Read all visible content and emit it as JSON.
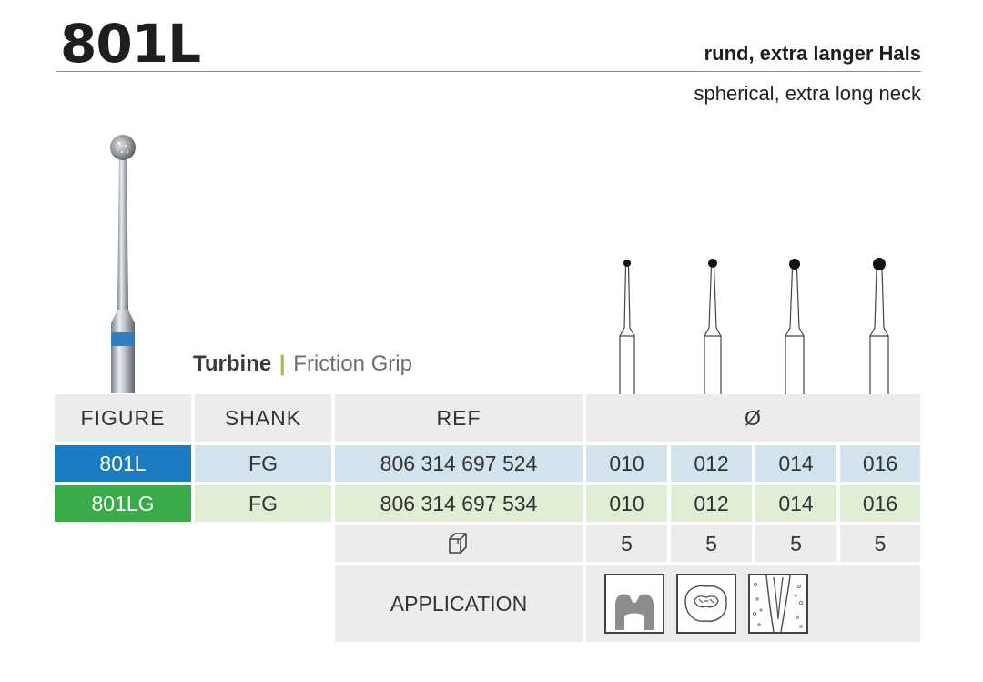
{
  "header": {
    "title": "801L",
    "subtitle_de": "rund, extra langer Hals",
    "subtitle_en": "spherical, extra long neck"
  },
  "shank_type": {
    "primary": "Turbine",
    "separator": "|",
    "secondary": "Friction Grip"
  },
  "table": {
    "headers": {
      "figure": "FIGURE",
      "shank": "SHANK",
      "ref": "REF",
      "diameter": "Ø"
    },
    "rows": [
      {
        "figure": "801L",
        "shank": "FG",
        "ref": "806 314 697 524",
        "sizes": [
          "010",
          "012",
          "014",
          "016"
        ],
        "color": "#1c7cc2"
      },
      {
        "figure": "801LG",
        "shank": "FG",
        "ref": "806 314 697 534",
        "sizes": [
          "010",
          "012",
          "014",
          "016"
        ],
        "color": "#3aab49"
      }
    ],
    "package_icon": "box-icon",
    "package_counts": [
      "5",
      "5",
      "5",
      "5"
    ],
    "application_label": "APPLICATION",
    "application_icons": [
      "tooth-cavity-icon",
      "tooth-crown-icon",
      "root-canal-icon"
    ]
  },
  "colors": {
    "blue": "#1c7cc2",
    "green": "#3aab49",
    "row_blue_bg": "#d3e3ee",
    "row_green_bg": "#e1eed6",
    "header_bg": "#ececec",
    "separator_green": "#9bc53d"
  }
}
